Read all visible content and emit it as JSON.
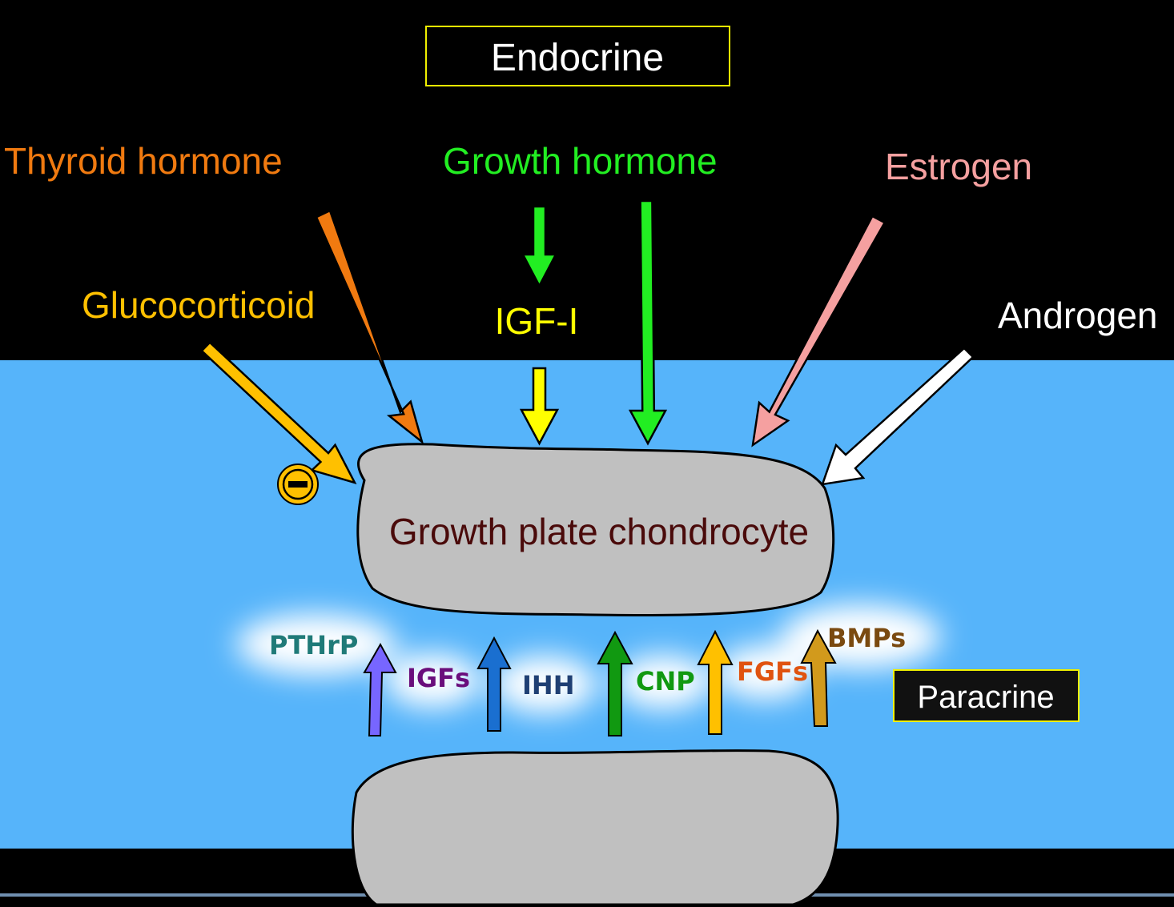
{
  "title": "Endocrine",
  "paracrine_label": "Paracrine",
  "cell_label": "Growth plate chondrocyte",
  "inhibit_symbol": "⊖",
  "endocrine_factors": {
    "thyroid": {
      "label": "Thyroid hormone",
      "color": "#F07A10"
    },
    "growth_hormone": {
      "label": "Growth hormone",
      "color": "#22EE22"
    },
    "estrogen": {
      "label": "Estrogen",
      "color": "#F5A0A0"
    },
    "glucocorticoid": {
      "label": "Glucocorticoid",
      "color": "#FFC000"
    },
    "igf1": {
      "label": "IGF-I",
      "color": "#FFFF00"
    },
    "androgen": {
      "label": "Androgen",
      "color": "#FFFFFF"
    }
  },
  "paracrine_factors": {
    "pthrp": {
      "label": "PTHrP",
      "color": "#1F7A78"
    },
    "igfs": {
      "label": "IGFs",
      "color": "#6A0E7C"
    },
    "ihh": {
      "label": "IHH",
      "color": "#1F3F73"
    },
    "cnp": {
      "label": "CNP",
      "color": "#119911"
    },
    "fgfs": {
      "label": "FGFs",
      "color": "#E05310"
    },
    "bmps": {
      "label": "BMPs",
      "color": "#7A4A10"
    }
  },
  "colors": {
    "background_top": "#000000",
    "background_mid": "#56B4FA",
    "cell_fill": "#C0C0C0",
    "cell_text": "#4A0A0A",
    "title_border": "#F0F000"
  }
}
